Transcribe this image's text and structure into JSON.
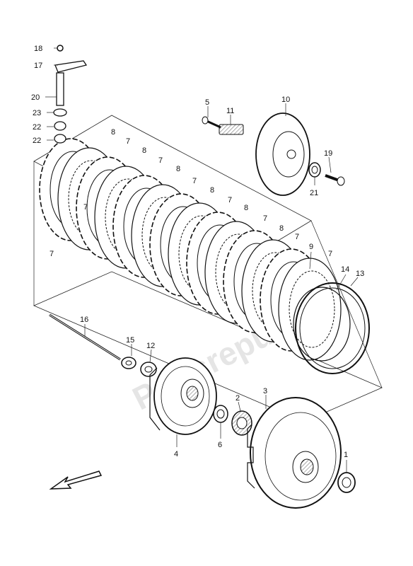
{
  "watermark": "Partsrepublik",
  "callouts": [
    {
      "id": "1",
      "label": "1"
    },
    {
      "id": "2",
      "label": "2"
    },
    {
      "id": "3",
      "label": "3"
    },
    {
      "id": "4",
      "label": "4"
    },
    {
      "id": "5",
      "label": "5"
    },
    {
      "id": "6",
      "label": "6"
    },
    {
      "id": "7a",
      "label": "7"
    },
    {
      "id": "7b",
      "label": "7"
    },
    {
      "id": "7c",
      "label": "7"
    },
    {
      "id": "7d",
      "label": "7"
    },
    {
      "id": "7e",
      "label": "7"
    },
    {
      "id": "7f",
      "label": "7"
    },
    {
      "id": "7g",
      "label": "7"
    },
    {
      "id": "7h",
      "label": "7"
    },
    {
      "id": "7i",
      "label": "7"
    },
    {
      "id": "8a",
      "label": "8"
    },
    {
      "id": "8b",
      "label": "8"
    },
    {
      "id": "8c",
      "label": "8"
    },
    {
      "id": "8d",
      "label": "8"
    },
    {
      "id": "8e",
      "label": "8"
    },
    {
      "id": "8f",
      "label": "8"
    },
    {
      "id": "9",
      "label": "9"
    },
    {
      "id": "10",
      "label": "10"
    },
    {
      "id": "11",
      "label": "11"
    },
    {
      "id": "12",
      "label": "12"
    },
    {
      "id": "13",
      "label": "13"
    },
    {
      "id": "14",
      "label": "14"
    },
    {
      "id": "15",
      "label": "15"
    },
    {
      "id": "16",
      "label": "16"
    },
    {
      "id": "17",
      "label": "17"
    },
    {
      "id": "18",
      "label": "18"
    },
    {
      "id": "19",
      "label": "19"
    },
    {
      "id": "20",
      "label": "20"
    },
    {
      "id": "21",
      "label": "21"
    },
    {
      "id": "22a",
      "label": "22"
    },
    {
      "id": "22b",
      "label": "22"
    },
    {
      "id": "23",
      "label": "23"
    }
  ],
  "icons": {
    "direction_arrow": "front-direction-arrow-icon"
  }
}
